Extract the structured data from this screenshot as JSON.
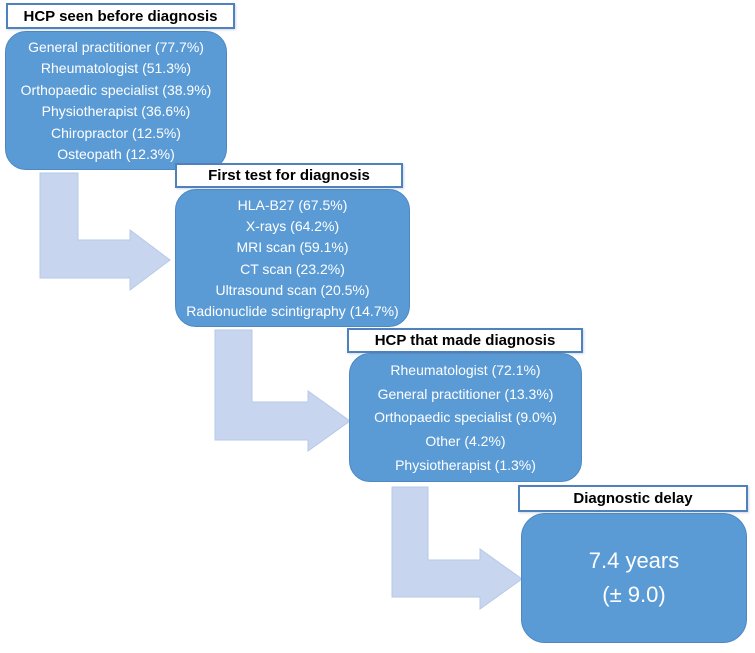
{
  "steps": [
    {
      "title": "HCP seen before diagnosis",
      "items": [
        "General practitioner (77.7%)",
        "Rheumatologist (51.3%)",
        "Orthopaedic specialist (38.9%)",
        "Physiotherapist (36.6%)",
        "Chiropractor (12.5%)",
        "Osteopath (12.3%)"
      ]
    },
    {
      "title": "First test for diagnosis",
      "items": [
        "HLA-B27 (67.5%)",
        "X-rays (64.2%)",
        "MRI scan (59.1%)",
        "CT scan (23.2%)",
        "Ultrasound scan (20.5%)",
        "Radionuclide scintigraphy (14.7%)"
      ]
    },
    {
      "title": "HCP that made diagnosis",
      "items": [
        "Rheumatologist (72.1%)",
        "General practitioner (13.3%)",
        "Orthopaedic specialist (9.0%)",
        "Other (4.2%)",
        "Physiotherapist (1.3%)"
      ]
    },
    {
      "title": "Diagnostic delay",
      "items": [
        "7.4 years",
        "(± 9.0)"
      ]
    }
  ],
  "colors": {
    "box_fill": "#5b9bd5",
    "box_border": "#4d88c4",
    "title_border": "#4f81bd",
    "arrow_fill": "#c8d5ee",
    "arrow_border": "#b6c9e8",
    "item_text": "#ffffff",
    "title_text": "#000000"
  }
}
